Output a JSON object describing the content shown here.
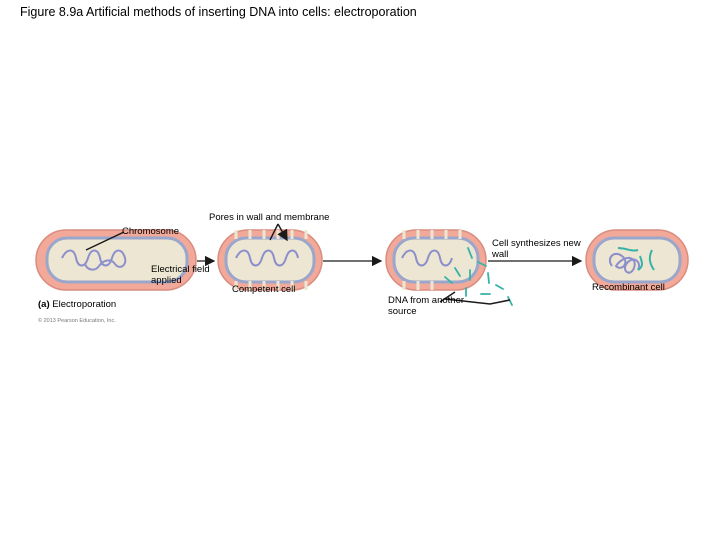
{
  "title": "Figure 8.9a  Artificial methods of inserting DNA into cells: electroporation",
  "labels": {
    "chromosome": "Chromosome",
    "pores": "Pores in wall and membrane",
    "electrical_field": "Electrical field applied",
    "competent_cell": "Competent cell",
    "cell_synthesizes": "Cell synthesizes new wall",
    "recombinant_cell": "Recombinant cell",
    "dna_source": "DNA from another source"
  },
  "panel": {
    "letter": "(a)",
    "name": "Electroporation"
  },
  "copyright": "© 2013 Pearson Education, Inc.",
  "colors": {
    "wall_fill": "#f2a99a",
    "wall_stroke": "#d98d7f",
    "membrane": "#9aa6cc",
    "cytoplasm": "#ece6d2",
    "chromosome": "#8d8fcc",
    "foreign_dna": "#35b3a8",
    "arrow": "#1a1a1a"
  }
}
